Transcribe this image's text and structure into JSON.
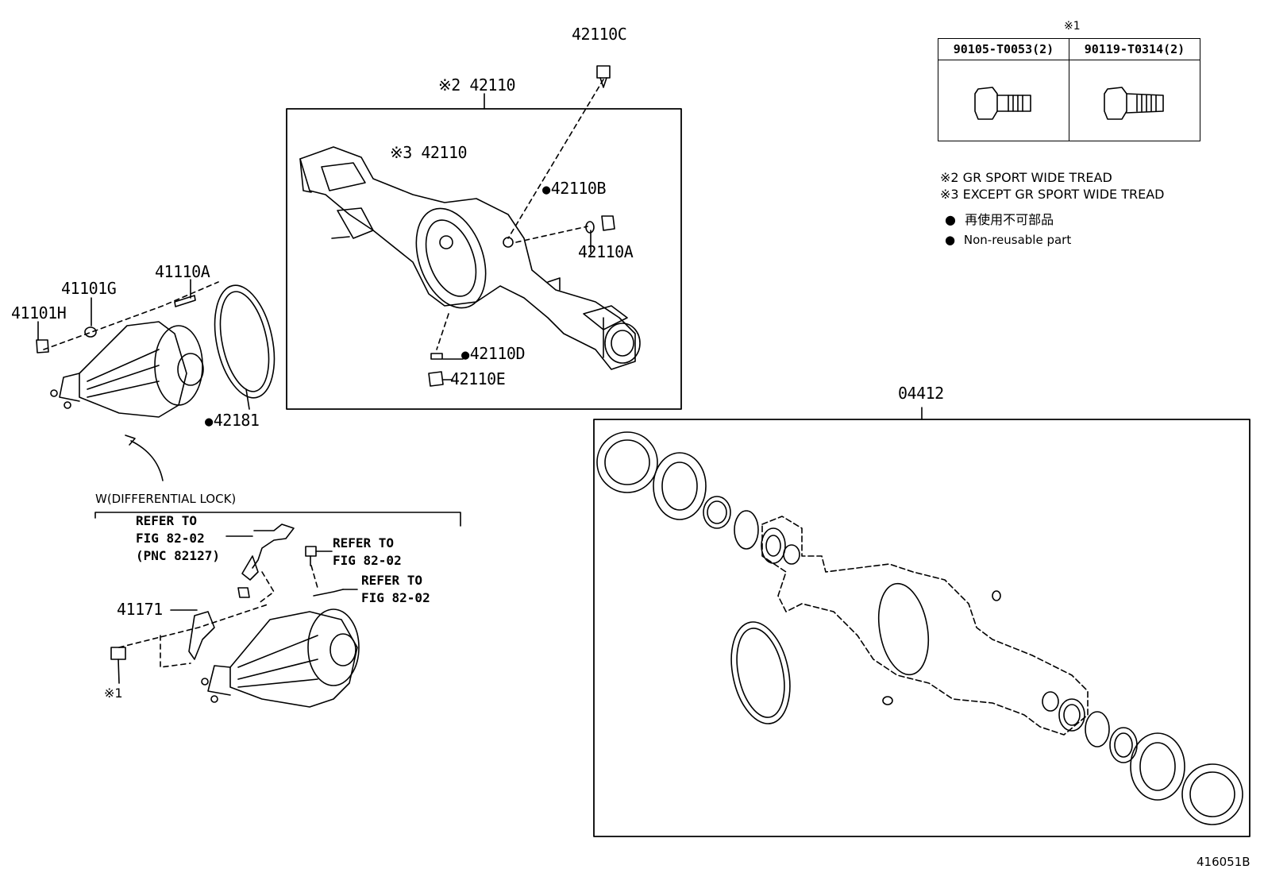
{
  "labels": {
    "axle_housing_top": "※2 42110",
    "axle_housing_inner": "※3 42110",
    "breather": "42110C",
    "plug_b": "42110B",
    "plug_a": "42110A",
    "plug_d": "42110D",
    "plug_e": "42110E",
    "stud": "41110A",
    "washer": "41101G",
    "nut": "41101H",
    "gasket": "42181",
    "gasket_kit": "04412",
    "bracket": "41171",
    "bolt_note": "※1"
  },
  "diff_lock": {
    "header": "W(DIFFERENTIAL LOCK)",
    "ref1": [
      "REFER TO",
      "FIG 82-02",
      "(PNC 82127)"
    ],
    "ref2": [
      "REFER TO",
      "FIG 82-02"
    ],
    "ref3": [
      "REFER TO",
      "FIG 82-02"
    ]
  },
  "bolt_table": {
    "note": "※1",
    "columns": [
      "90105-T0053(2)",
      "90119-T0314(2)"
    ]
  },
  "legend": {
    "note2": "※2 GR SPORT WIDE TREAD",
    "note3": "※3 EXCEPT GR SPORT WIDE TREAD",
    "nonreusable_jp": "再使用不可部品",
    "nonreusable_en": "Non-reusable part"
  },
  "figure_id": "416051B"
}
